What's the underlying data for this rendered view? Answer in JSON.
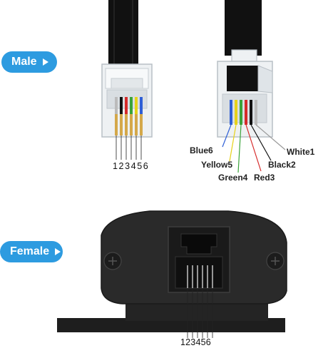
{
  "badges": {
    "male": "Male",
    "female": "Female"
  },
  "pin_numbers_top": "123456",
  "pin_numbers_bottom": "123456",
  "wire_labels": {
    "blue": "Blue6",
    "yellow": "Yellow5",
    "green": "Green4",
    "red": "Red3",
    "black": "Black2",
    "white": "White1"
  },
  "colors": {
    "badge": "#2d9be0",
    "cable": "#111111",
    "housing": "#2a2a2a",
    "wire_blue": "#2f5fd6",
    "wire_yellow": "#e7d21a",
    "wire_green": "#3aa33a",
    "wire_red": "#d62a2a",
    "wire_black": "#111111",
    "wire_white": "#bbbbbb"
  }
}
